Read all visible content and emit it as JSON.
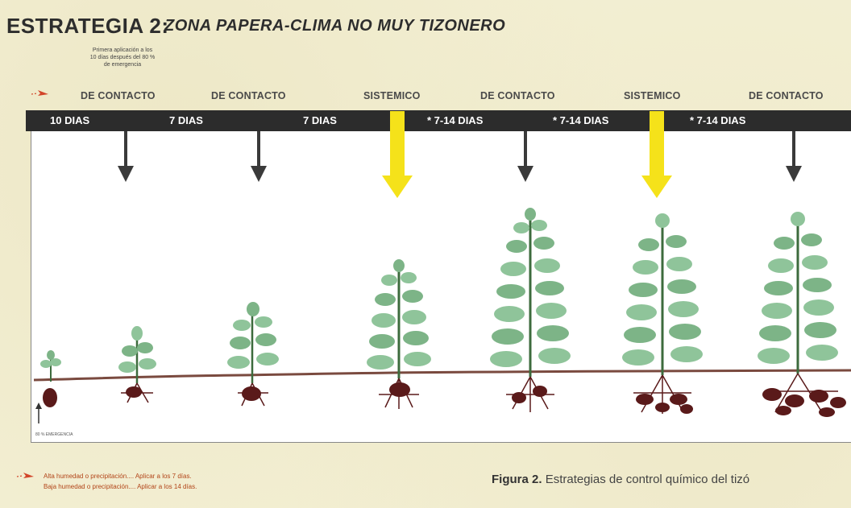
{
  "title": {
    "strategy": "ESTRATEGIA 2:",
    "subtitle": "ZONA PAPERA-CLIMA NO MUY TIZONERO"
  },
  "first_application_note": [
    "Primera aplicación a los",
    "10 días después del 80 %",
    "de emergencia"
  ],
  "product_labels": [
    "DE CONTACTO",
    "DE CONTACTO",
    "SISTEMICO",
    "DE CONTACTO",
    "SISTEMICO",
    "DE CONTACTO"
  ],
  "intervals": [
    "10 DIAS",
    "7 DIAS",
    "7 DIAS",
    "* 7-14 DIAS",
    "* 7-14 DIAS",
    "* 7-14 DIAS"
  ],
  "applications": [
    {
      "product": "de contacto",
      "icon": "arrow-down-dark-icon"
    },
    {
      "product": "de contacto",
      "icon": "arrow-down-dark-icon"
    },
    {
      "product": "sistemico",
      "icon": "arrow-down-yellow-icon"
    },
    {
      "product": "de contacto",
      "icon": "arrow-down-dark-icon"
    },
    {
      "product": "sistemico",
      "icon": "arrow-down-yellow-icon"
    },
    {
      "product": "de contacto",
      "icon": "arrow-down-dark-icon"
    }
  ],
  "plant_stages": 7,
  "emergence_footnote": "80 % EMERGENCIA",
  "legend": [
    "Alta humedad o precipitación.... Aplicar a los 7 días.",
    "Baja humedad o precipitación.... Aplicar a los 14 días."
  ],
  "caption": {
    "label": "Figura 2.",
    "text": "Estrategias de control químico del tizó"
  },
  "colors": {
    "background": "#f3efd3",
    "band": "#2c2c2c",
    "contact_arrow": "#3a3a3a",
    "systemic_arrow": "#f5e21a",
    "foliage": "#8fc49a",
    "soil": "#7a4a3f",
    "tuber": "#5a1a1a",
    "marker": "#d2452a"
  }
}
